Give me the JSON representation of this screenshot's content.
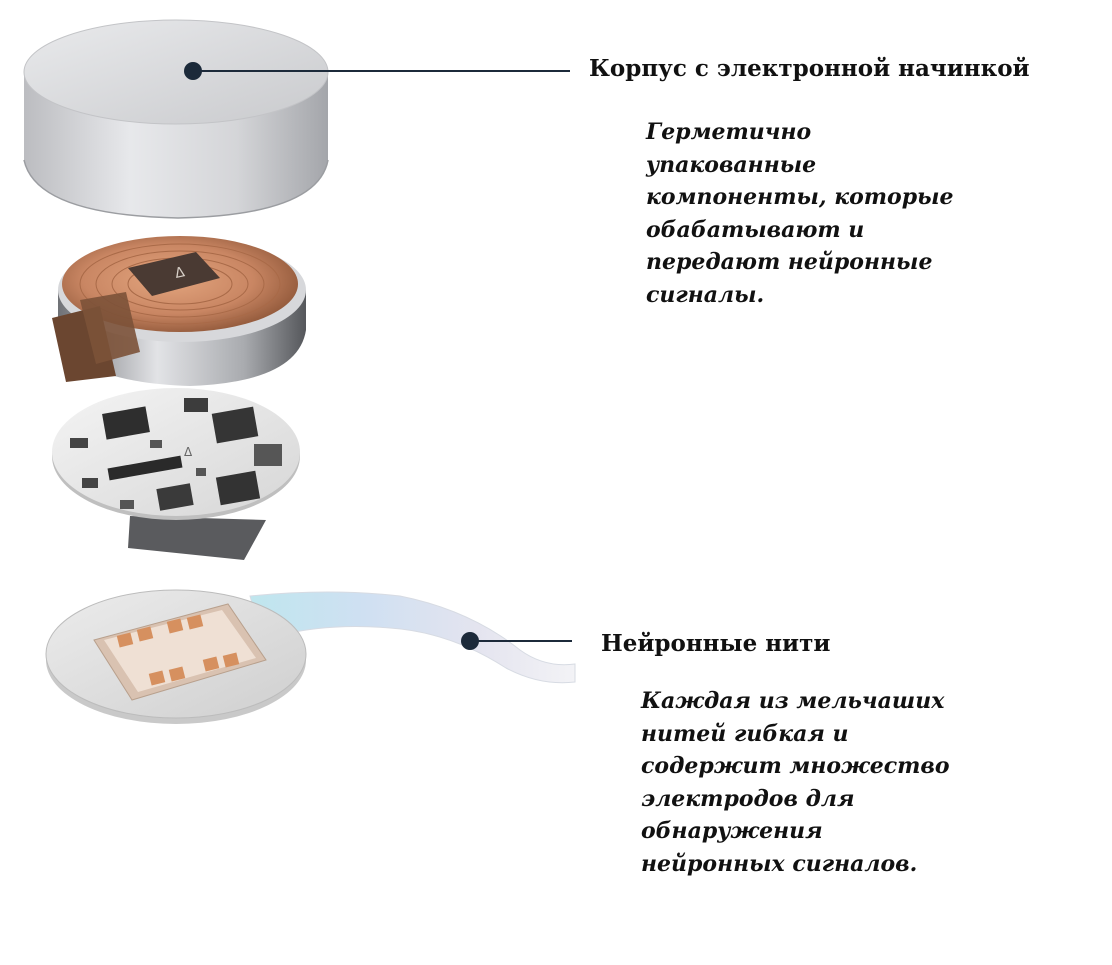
{
  "colors": {
    "leader": "#1c2a3a",
    "copper": "#c8825a",
    "board": "#ececec",
    "chip": "#2e2e2e",
    "housing": "#d9d9db"
  },
  "callouts": [
    {
      "title": "Корпус с электронной начинкой",
      "lines": [
        "Герметично",
        "упакованные",
        "компоненты, которые",
        "обабатывают и",
        "передают нейронные",
        "сигналы."
      ]
    },
    {
      "title": "Нейронные нити",
      "lines": [
        "Каждая из мельчаших",
        "нитей гибкая и",
        "содержит множество",
        "электродов для",
        "обнаружения",
        "нейронных сигналов."
      ]
    }
  ]
}
